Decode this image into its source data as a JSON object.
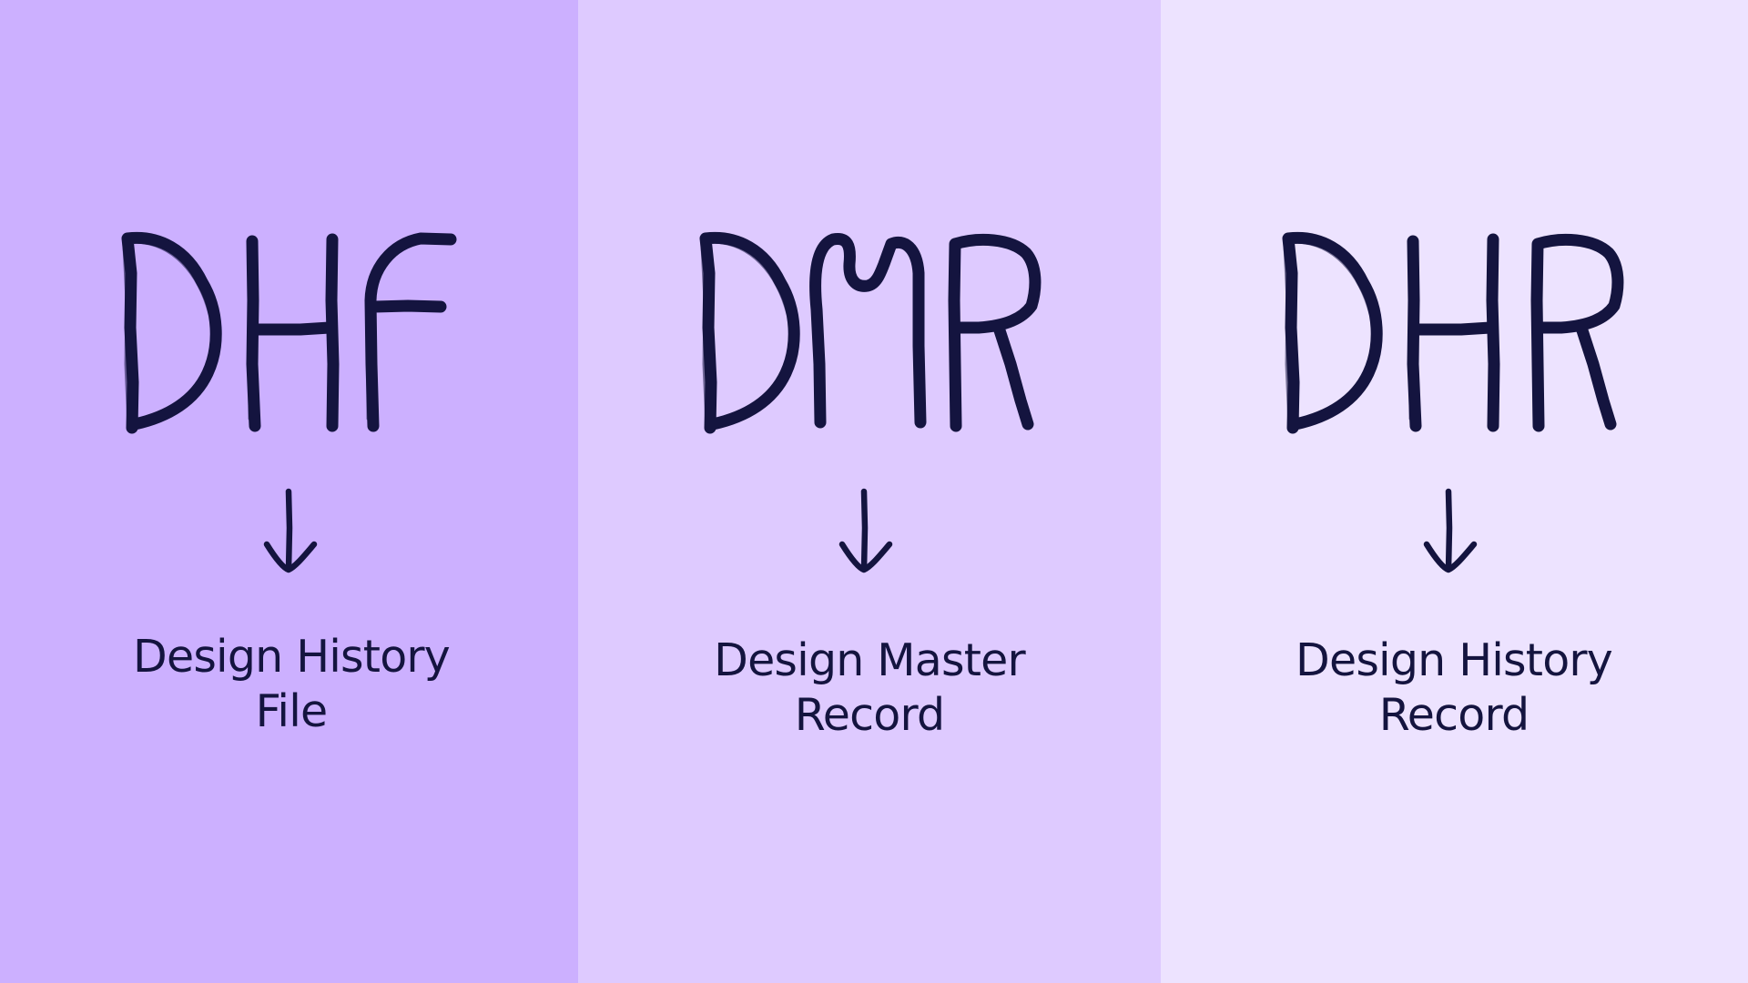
{
  "colors": {
    "ink": "#14143F",
    "panel_1_bg": "#CCB0FF",
    "panel_2_bg": "#DECAFF",
    "panel_3_bg": "#EDE3FF"
  },
  "panels": [
    {
      "acronym": "DHF",
      "caption_line_1": "Design History",
      "caption_line_2": "File",
      "icon": "down-arrow-icon"
    },
    {
      "acronym": "DMR",
      "caption_line_1": "Design Master",
      "caption_line_2": "Record",
      "icon": "down-arrow-icon"
    },
    {
      "acronym": "DHR",
      "caption_line_1": "Design History",
      "caption_line_2": "Record",
      "icon": "down-arrow-icon"
    }
  ]
}
